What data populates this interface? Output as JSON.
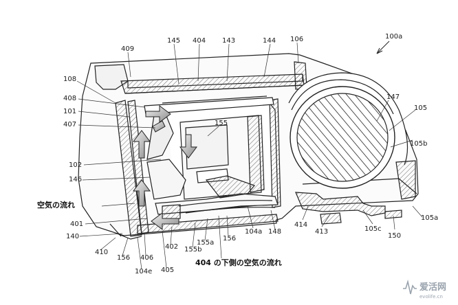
{
  "figure_id": "100a",
  "labels": {
    "n409": "409",
    "n145": "145",
    "n404": "404",
    "n143": "143",
    "n144": "144",
    "n106": "106",
    "n108": "108",
    "n408": "408",
    "n101": "101",
    "n407": "407",
    "n102": "102",
    "n146": "146",
    "n401": "401",
    "n140": "140",
    "n410": "410",
    "n156a": "156",
    "n406": "406",
    "n104e": "104e",
    "n405": "405",
    "n402": "402",
    "n155b": "155b",
    "n155a": "155a",
    "n156b": "156",
    "n104a": "104a",
    "n148": "148",
    "n155": "155",
    "n147": "147",
    "n105": "105",
    "n105b": "105b",
    "n414": "414",
    "n413": "413",
    "n105c": "105c",
    "n150": "150",
    "n105a": "105a"
  },
  "annotations": {
    "airflow": "空気の流れ",
    "airflow_below_404": "404 の下側の空気の流れ"
  },
  "watermark": {
    "name": "爱活网",
    "url": "evolife.cn"
  }
}
